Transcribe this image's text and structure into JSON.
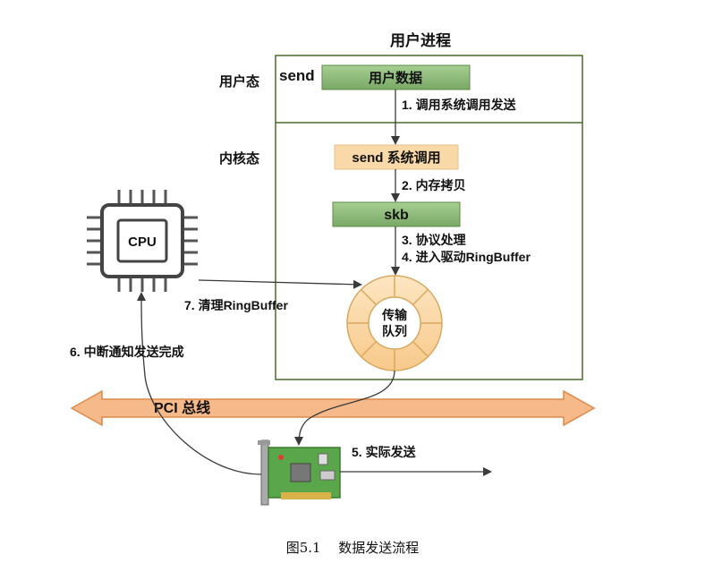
{
  "title": "用户进程",
  "user_mode_label": "用户态",
  "kernel_mode_label": "内核态",
  "send_label": "send",
  "user_data_label": "用户数据",
  "syscall_label": "send 系统调用",
  "skb_label": "skb",
  "ring_label_line1": "传输",
  "ring_label_line2": "队列",
  "cpu_label": "CPU",
  "bus_label": "PCI 总线",
  "steps": {
    "s1": "1. 调用系统调用发送",
    "s2": "2. 内存拷贝",
    "s3": "3. 协议处理",
    "s4": "4. 进入驱动RingBuffer",
    "s5": "5. 实际发送",
    "s6": "6. 中断通知发送完成",
    "s7": "7. 清理RingBuffer"
  },
  "caption": "图5.1　 数据发送流程",
  "colors": {
    "box_border": "#4a6b2a",
    "green_fill": "#8fbf7a",
    "orange_fill": "#f9d9a8",
    "ring_fill": "#fcd9a6",
    "bus_fill": "#f5b98a",
    "arrow": "#3a3a3a"
  }
}
